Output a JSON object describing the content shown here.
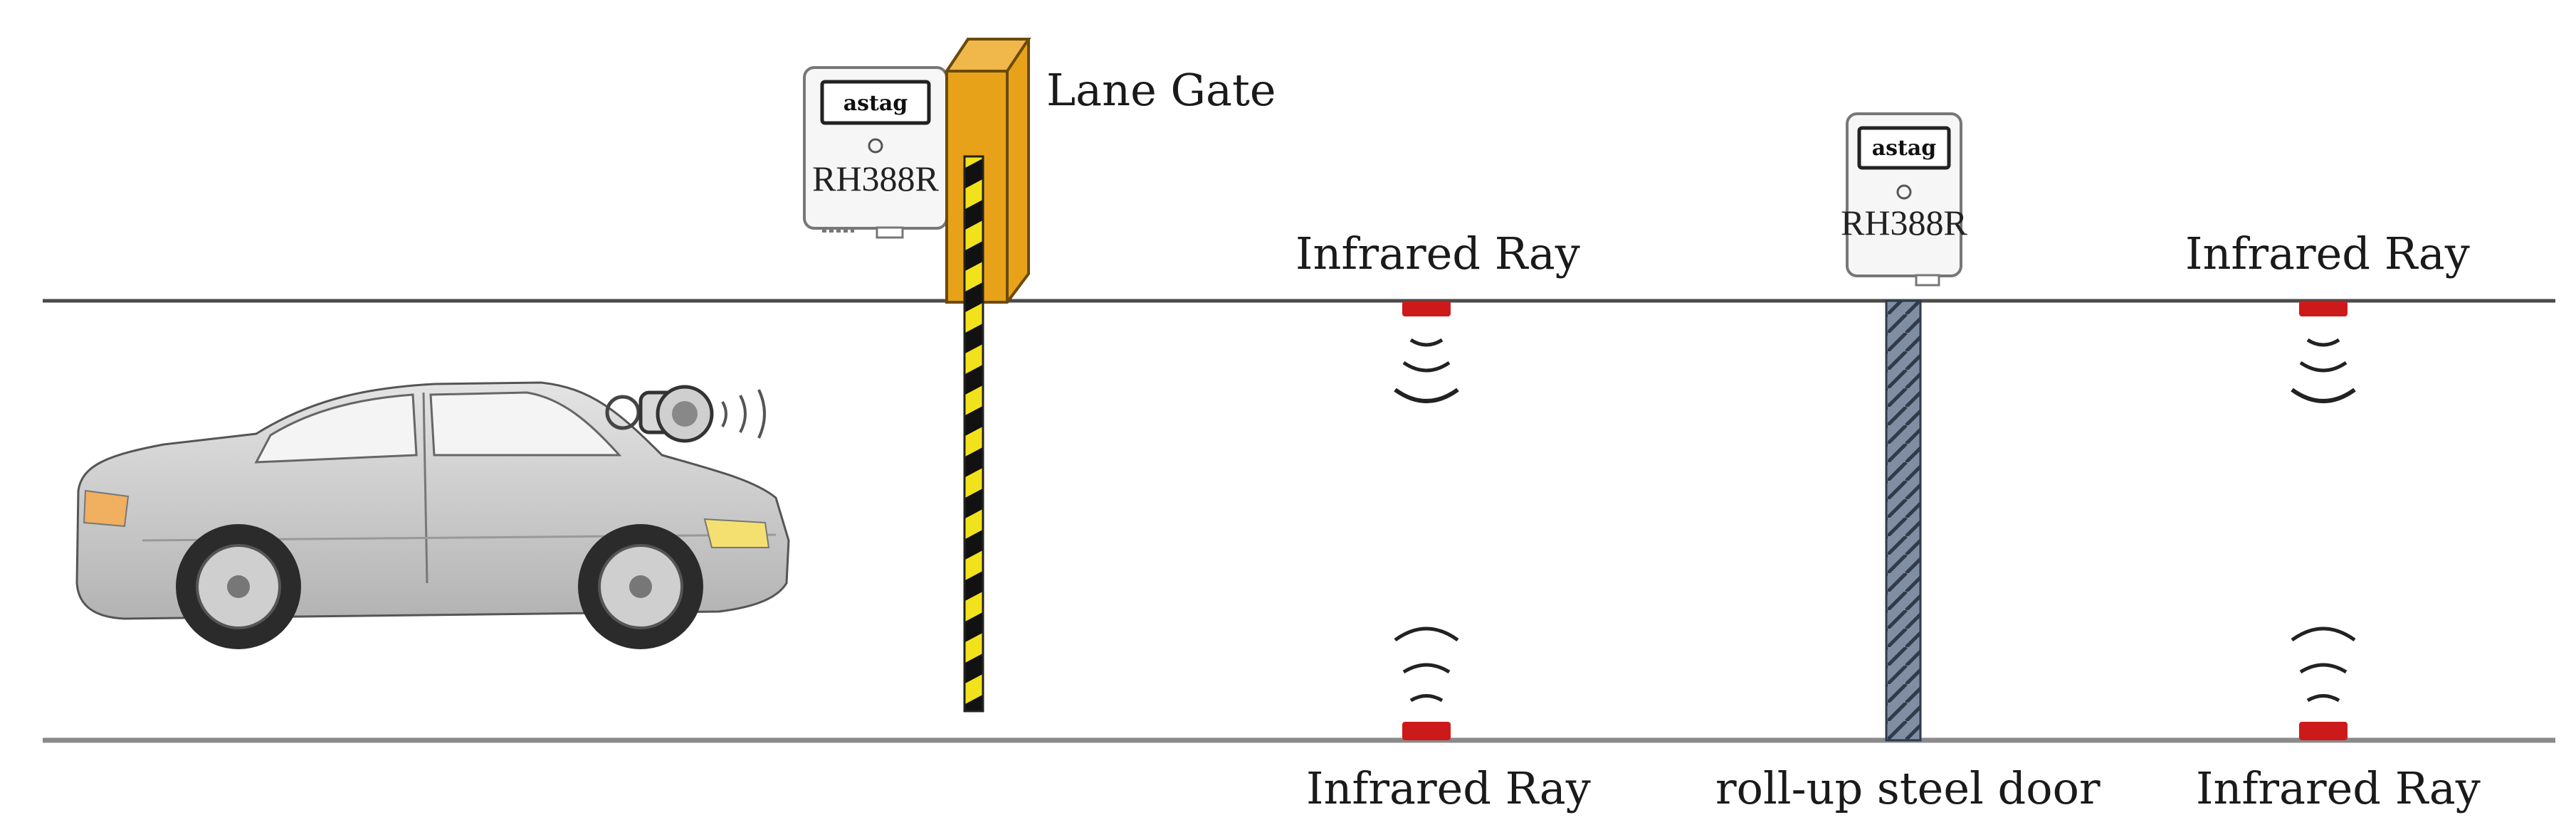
{
  "labels": {
    "lane_gate": "Lane Gate",
    "ir_top_1": "Infrared Ray",
    "ir_top_2": "Infrared Ray",
    "ir_bottom_1": "Infrared Ray",
    "ir_bottom_2": "Infrared Ray",
    "steel_door": "roll-up steel door"
  },
  "readers": [
    {
      "brand": "astag",
      "model": "RH388R"
    },
    {
      "brand": "astag",
      "model": "RH388R"
    }
  ],
  "colors": {
    "lane_line": "#555555",
    "gate_housing": "#e8a21a",
    "barrier_yellow": "#f2e21c",
    "barrier_black": "#111111",
    "sensor_red": "#cc1a1a",
    "steel_door": "#5f6f86",
    "car_body": "#c9c9c9"
  },
  "icons": {
    "car": "car-icon",
    "tag": "rfid-tag-icon",
    "reader": "rfid-reader-icon",
    "sensor": "infrared-sensor-icon"
  }
}
